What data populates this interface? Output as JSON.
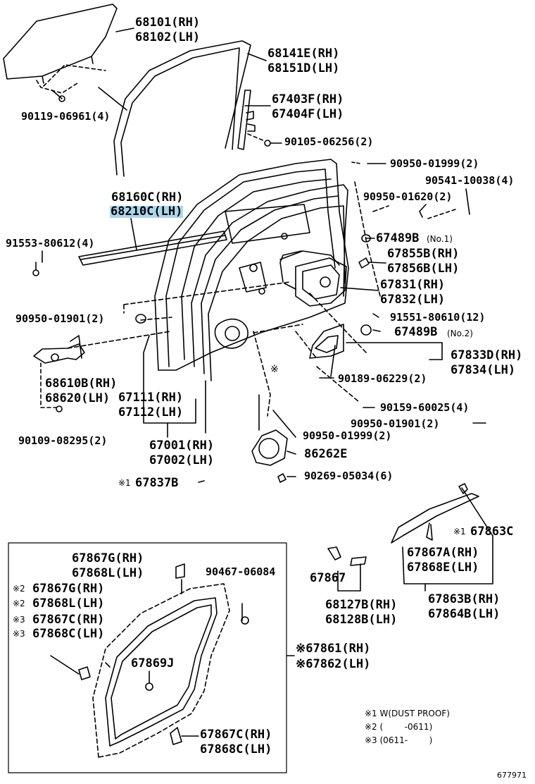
{
  "diagram": {
    "labels": {
      "p68101": "68101(RH)",
      "p68102": "68102(LH)",
      "p68141": "68141E(RH)",
      "p68151": "68151D(LH)",
      "p90119": "90119-06961(4)",
      "p67403": "67403F(RH)",
      "p67404": "67404F(LH)",
      "p90105": "90105-06256(2)",
      "p90950a": "90950-01999(2)",
      "p90541": "90541-10038(4)",
      "p90950b": "90950-01620(2)",
      "p68160": "68160C(RH)",
      "p68210": "68210C(LH)",
      "p67489a": "67489B",
      "p67489a_sub": "(No.1)",
      "p91553": "91553-80612(4)",
      "p67855": "67855B(RH)",
      "p67856": "67856B(LH)",
      "p67831": "67831(RH)",
      "p67832": "67832(LH)",
      "p91551": "91551-80610(12)",
      "p90950c": "90950-01901(2)",
      "p67489b": "67489B",
      "p67489b_sub": "(No.2)",
      "p67833": "67833D(RH)",
      "p67834": "67834(LH)",
      "p68610": "68610B(RH)",
      "p68620": "68620(LH)",
      "p67111": "67111(RH)",
      "p67112": "67112(LH)",
      "p90189": "90189-06229(2)",
      "p90159": "90159-60025(4)",
      "p90109": "90109-08295(2)",
      "p90950d": "90950-01901(2)",
      "p67001": "67001(RH)",
      "p67002": "67002(LH)",
      "p90950e": "90950-01999(2)",
      "p86262": "86262E",
      "p67837": "67837B",
      "p67837_mark": "※1",
      "p90269": "90269-05034(6)",
      "p67867g1": "67867G(RH)",
      "p67868l1": "67868L(LH)",
      "p90467": "90467-06084",
      "p67867g2": "67867G(RH)",
      "p67868l2": "67868L(LH)",
      "p67867c1": "67867C(RH)",
      "p67868c1": "67868C(LH)",
      "p67869": "67869J",
      "p67867c2": "67867C(RH)",
      "p67868c2": "67868C(LH)",
      "p67867": "67867",
      "p68127": "68127B(RH)",
      "p68128": "68128B(LH)",
      "p67863c": "67863C",
      "p67863c_mark": "※1",
      "p67867a": "67867A(RH)",
      "p67868e": "67868E(LH)",
      "p67863b": "67863B(RH)",
      "p67864b": "67864B(LH)",
      "p67861": "※67861(RH)",
      "p67862": "※67862(LH)",
      "mark2a": "※2",
      "mark2b": "※2",
      "mark3a": "※3",
      "mark3b": "※3",
      "mark_center": "※"
    },
    "notes": {
      "n1": "※1 W(DUST PROOF)",
      "n2": "※2 (        -0611)",
      "n3": "※3 (0611-        )"
    },
    "figure_id": "677971",
    "highlight_color": "#a9d7ee"
  }
}
